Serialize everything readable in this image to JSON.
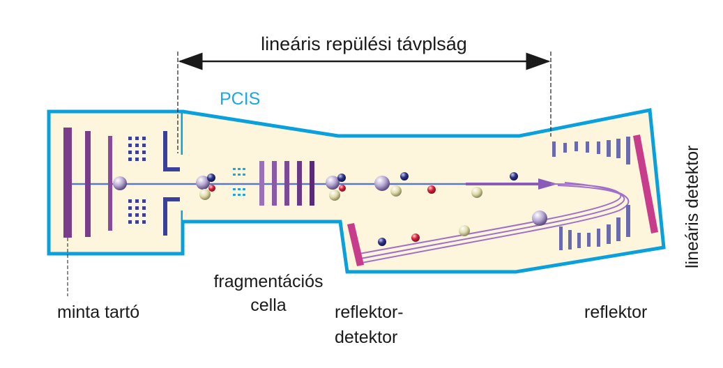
{
  "labels": {
    "flight_path": "lineáris repülési távplság",
    "pcis": "PCIS",
    "linear_detector": "lineáris detektor",
    "sample_holder": "minta tartó",
    "fragmentation_cell_line1": "fragmentációs",
    "fragmentation_cell_line2": "cella",
    "reflector_detector_line1": "reflektor-",
    "reflector_detector_line2": "detektor",
    "reflector": "reflektor"
  },
  "colors": {
    "outline": "#0aa0dc",
    "interior": "#fdf5dc",
    "plate_purple": "#7a3d8c",
    "plate_blue": "#3a3f9a",
    "plate_light": "#8a6aa8",
    "detector_magenta": "#c83c8c",
    "beam": "#5a78c8",
    "ion_large": "#b8a8d4",
    "ion_dark": "#2a3480",
    "ion_red": "#d8203c",
    "ion_yellow": "#dcd8a0",
    "pcis_text": "#1aa8e0"
  }
}
